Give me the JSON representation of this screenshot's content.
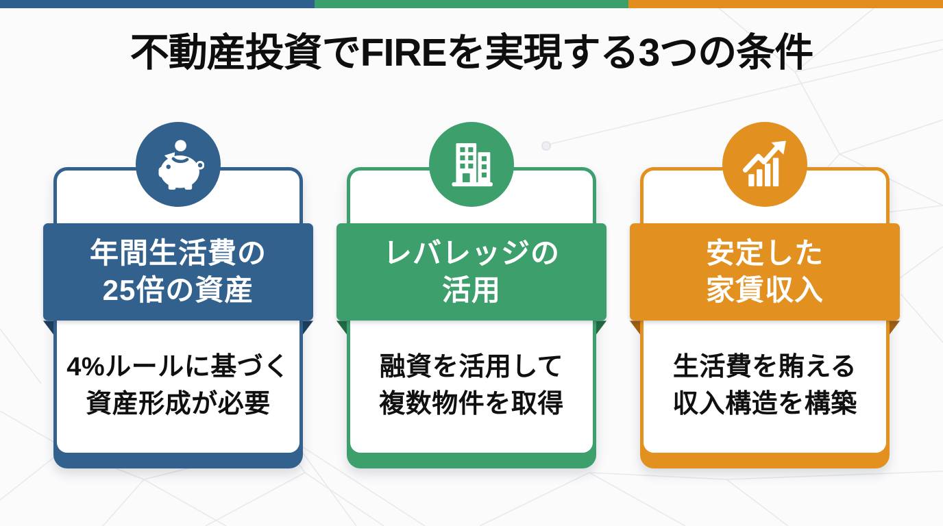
{
  "page_title": "不動産投資でFIREを実現する3つの条件",
  "background": {
    "page_color": "#fbfbfc",
    "mesh_line_color": "#e8e9ee"
  },
  "top_bar": {
    "segments": [
      {
        "name": "blue",
        "color": "#2e5f8e"
      },
      {
        "name": "green",
        "color": "#3a9f6b"
      },
      {
        "name": "orange",
        "color": "#e28d1e"
      }
    ]
  },
  "cards": [
    {
      "icon": "piggy-bank-icon",
      "accent_color": "#33618d",
      "fold_color": "#1c3f60",
      "heading_line1": "年間生活費の",
      "heading_line2": "25倍の資産",
      "body_line1": "4%ルールに基づく",
      "body_line2": "資産形成が必要"
    },
    {
      "icon": "buildings-icon",
      "accent_color": "#3d9f6b",
      "fold_color": "#1f6c45",
      "heading_line1": "レバレッジの",
      "heading_line2": "活用",
      "body_line1": "融資を活用して",
      "body_line2": "複数物件を取得"
    },
    {
      "icon": "growth-chart-icon",
      "accent_color": "#e2901f",
      "fold_color": "#a15e11",
      "heading_line1": "安定した",
      "heading_line2": "家賃収入",
      "body_line1": "生活費を賄える",
      "body_line2": "収入構造を構築"
    }
  ]
}
